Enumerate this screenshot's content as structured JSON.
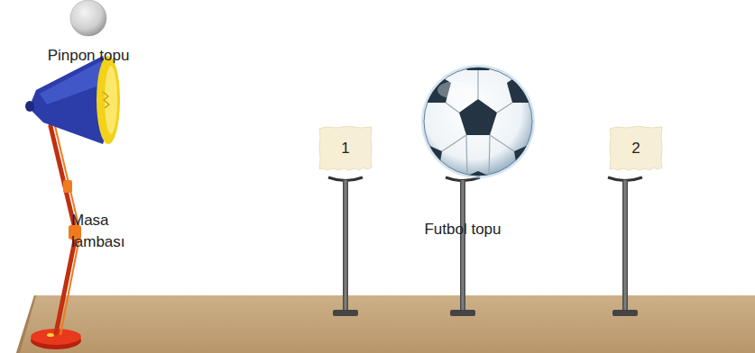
{
  "diagram": {
    "nodes": [
      {
        "text": [
          "1"
        ]
      },
      {
        "text": [
          "2"
        ]
      }
    ],
    "labels": [
      "Pinpon topu",
      "Masa lambası",
      "Futbol topu"
    ]
  }
}
